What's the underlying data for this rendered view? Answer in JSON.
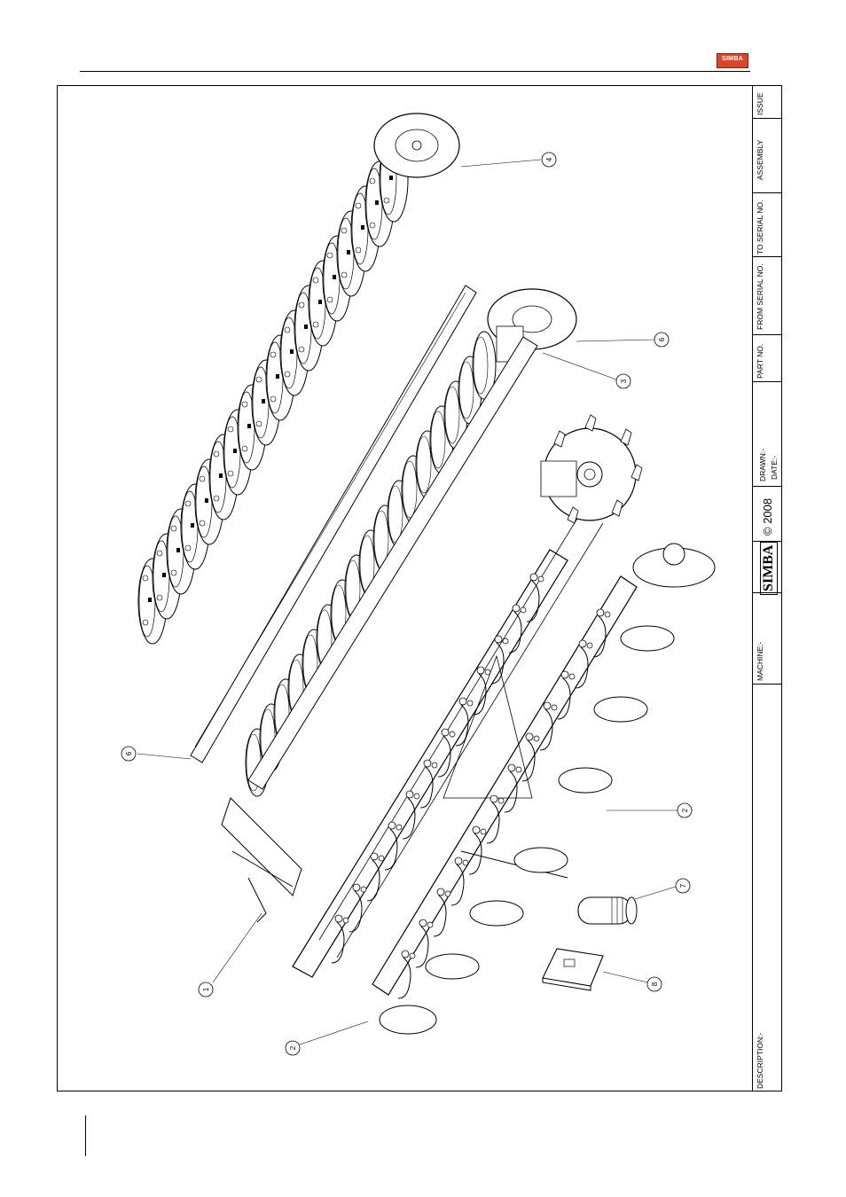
{
  "header": {
    "logo_text": "SIMBA"
  },
  "title_block": {
    "issue_label": "ISSUE",
    "assembly_label": "ASSEMBLY",
    "to_serial_label": "TO SERIAL NO.",
    "from_serial_label": "FROM SERIAL NO.",
    "part_no_label": "PART NO.",
    "drawn_label": "DRAWN:-",
    "date_label": "DATE:-",
    "brand": "SIMBA",
    "copyright": "© 2008",
    "machine_label": "MACHINE:-",
    "description_label": "DESCRIPTION:-"
  },
  "callouts": [
    {
      "label": "4"
    },
    {
      "label": "6"
    },
    {
      "label": "3"
    },
    {
      "label": "6"
    },
    {
      "label": "2"
    },
    {
      "label": "7"
    },
    {
      "label": "8"
    },
    {
      "label": "1"
    },
    {
      "label": "2"
    }
  ]
}
